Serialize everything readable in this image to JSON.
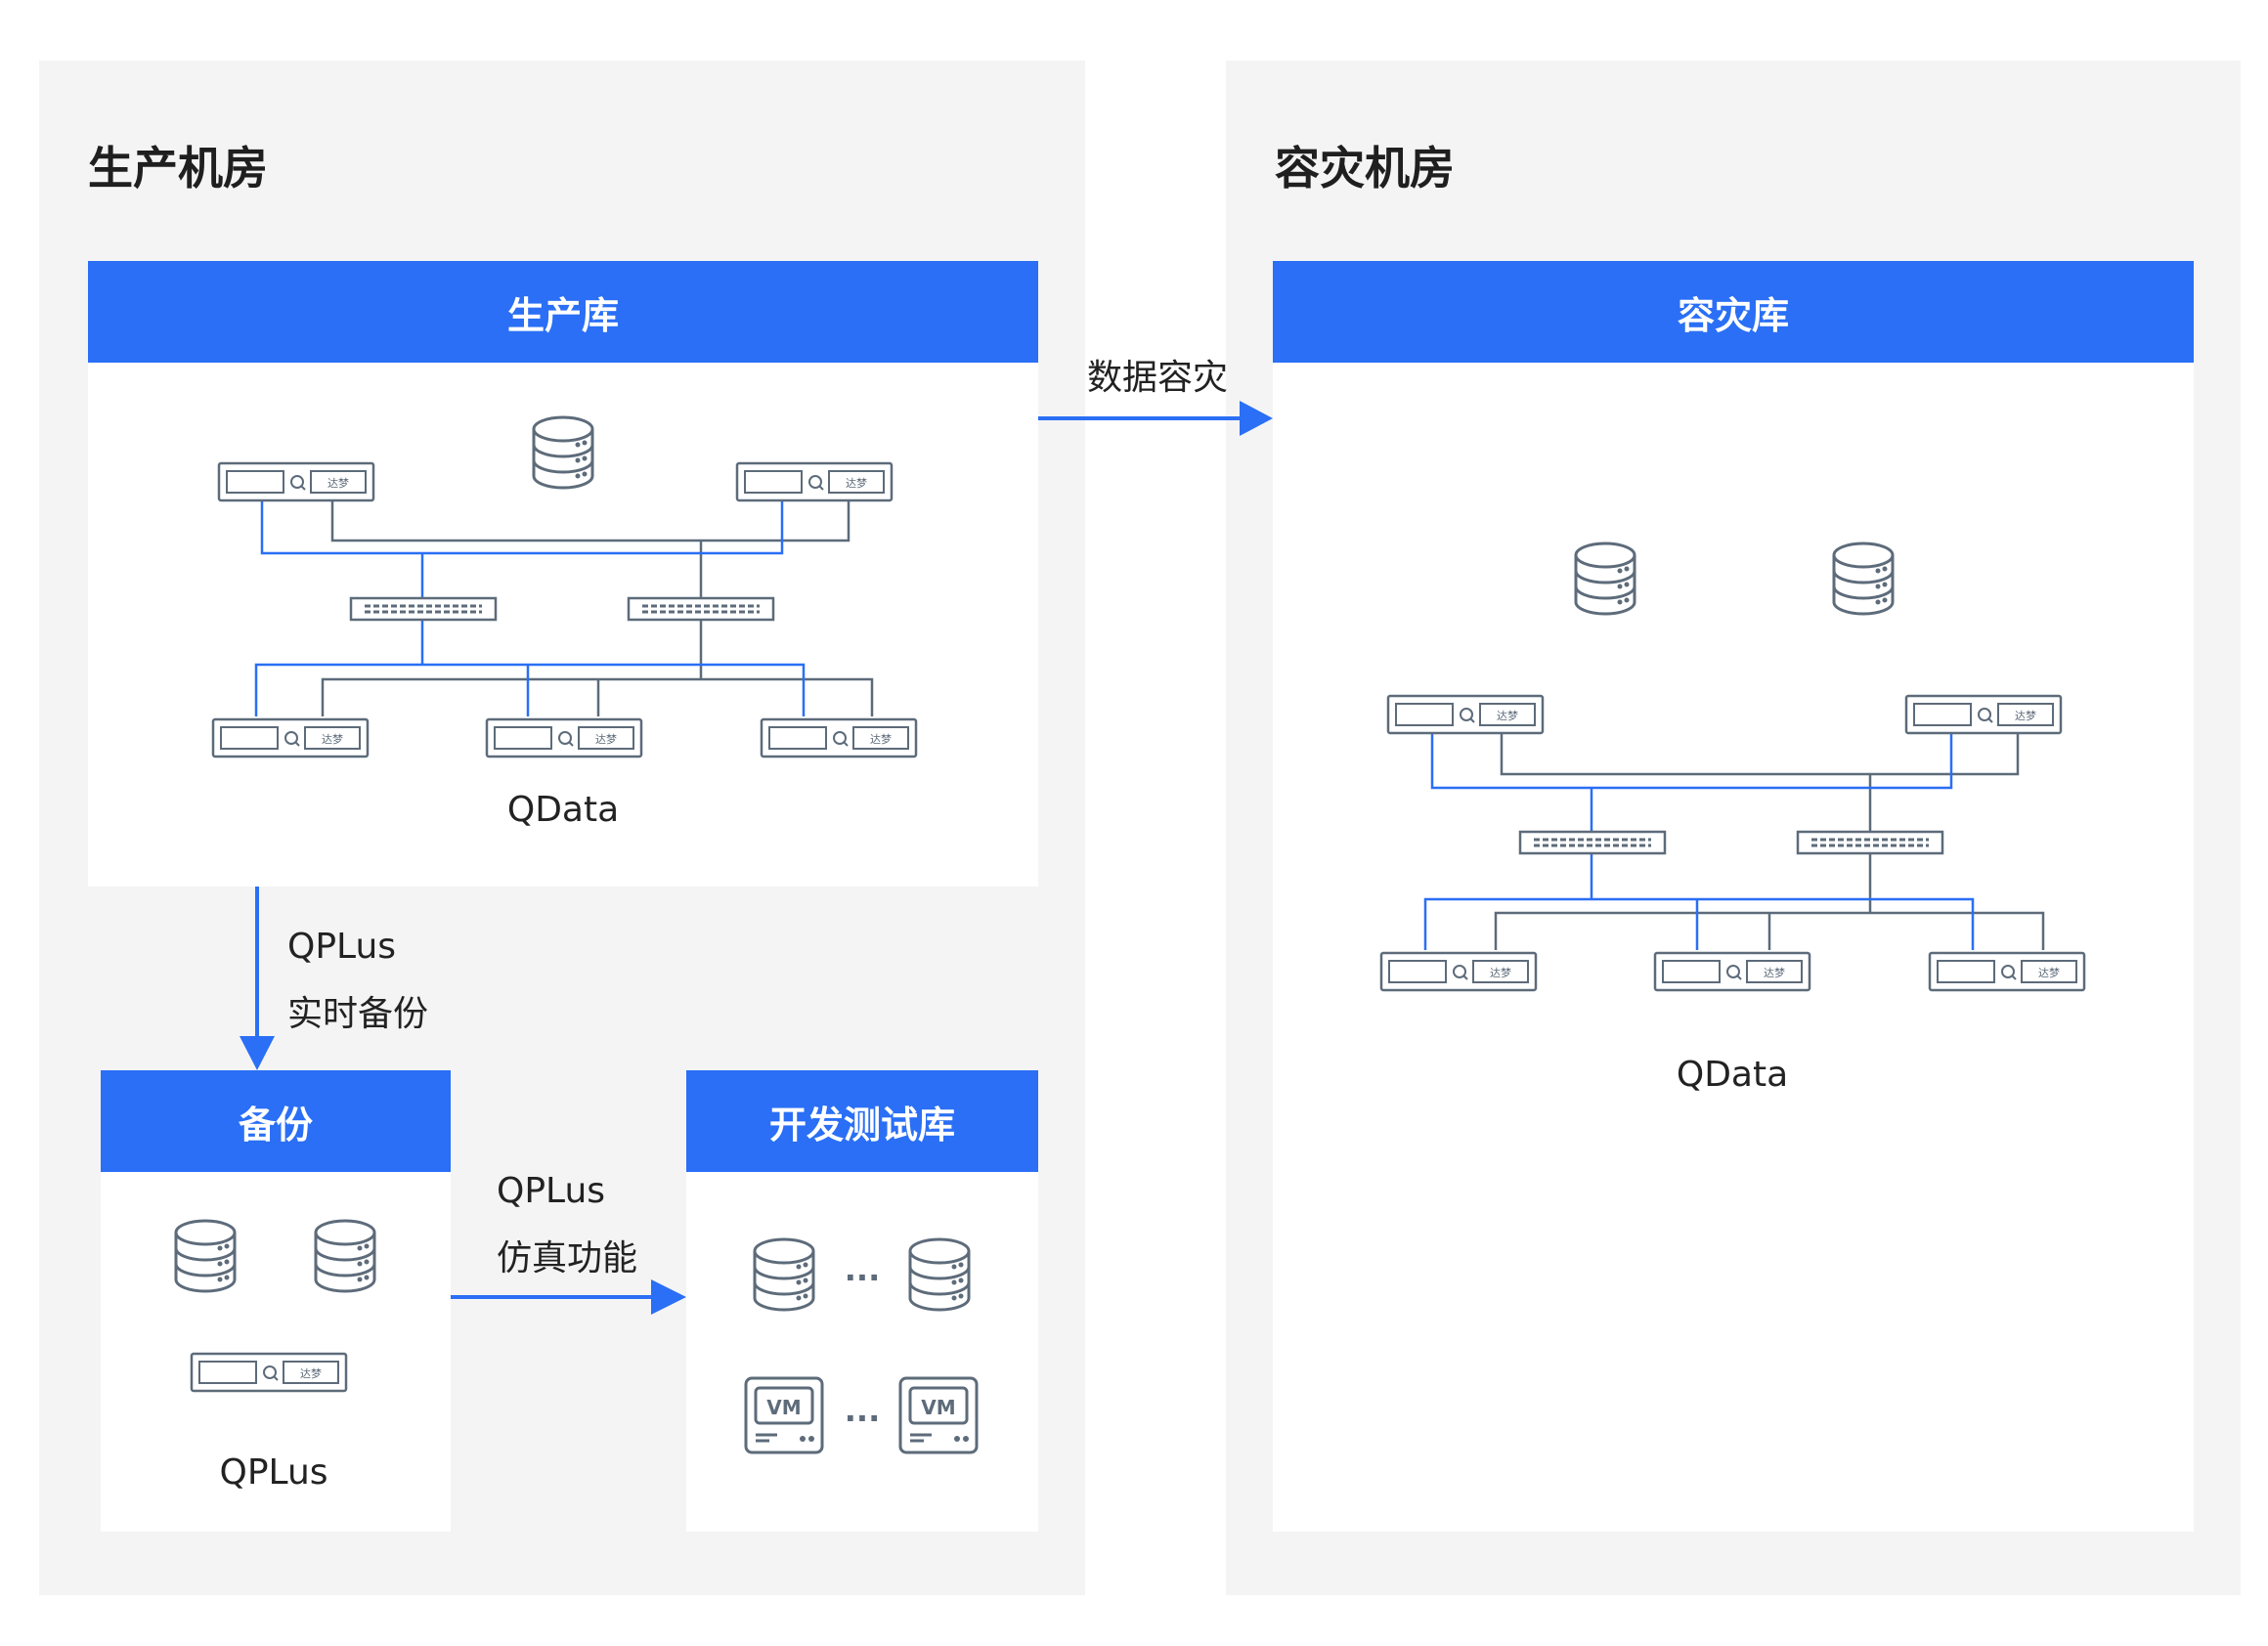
{
  "rooms": {
    "production": {
      "title": "生产机房"
    },
    "disaster": {
      "title": "容灾机房"
    }
  },
  "panels": {
    "production_db": {
      "title": "生产库",
      "caption": "QData"
    },
    "backup": {
      "title": "备份",
      "caption": "QPLus"
    },
    "devtest": {
      "title": "开发测试库"
    },
    "dr_db": {
      "title": "容灾库",
      "caption": "QData"
    }
  },
  "arrows": {
    "replication": {
      "label": "数据容灾"
    },
    "realtime_backup": {
      "label_line1": "QPLus",
      "label_line2": "实时备份"
    },
    "simulation": {
      "label_line1": "QPLus",
      "label_line2": "仿真功能"
    }
  },
  "icons": {
    "server_tag": "达梦",
    "vm": "VM",
    "ellipsis": "···"
  },
  "colors": {
    "accent": "#2a6ff5",
    "room_bg": "#f4f4f4",
    "line_gray": "#5d6b7a",
    "line_blue": "#2a6ff5"
  }
}
